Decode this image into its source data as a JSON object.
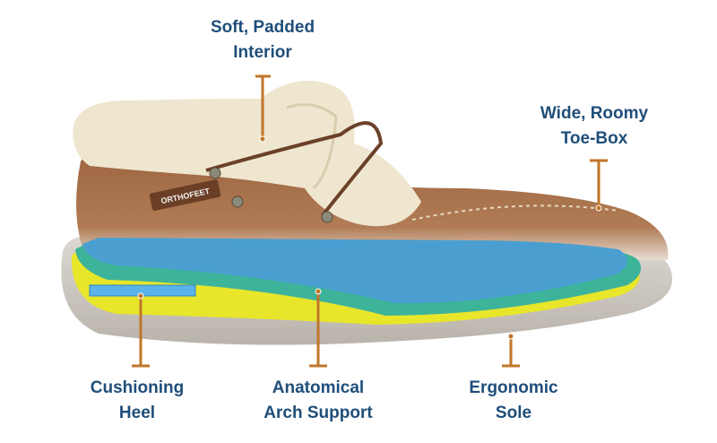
{
  "brand_logo": "ORTHOFEET",
  "callouts": [
    {
      "id": "interior",
      "lines": [
        "Soft, Padded",
        "Interior"
      ]
    },
    {
      "id": "toebox",
      "lines": [
        "Wide, Roomy",
        "Toe-Box"
      ]
    },
    {
      "id": "heel",
      "lines": [
        "Cushioning",
        "Heel"
      ]
    },
    {
      "id": "arch",
      "lines": [
        "Anatomical",
        "Arch Support"
      ]
    },
    {
      "id": "sole",
      "lines": [
        "Ergonomic",
        "Sole"
      ]
    }
  ],
  "colors": {
    "label": "#1f4e79",
    "callout_line": "#c0762a",
    "suede": "#a8714a",
    "fur": "#efe6cf",
    "sole": "#cfcac3",
    "gel": "#4a9fd0",
    "insole_green": "#3db39a",
    "insole_yellow": "#e8e62a"
  }
}
